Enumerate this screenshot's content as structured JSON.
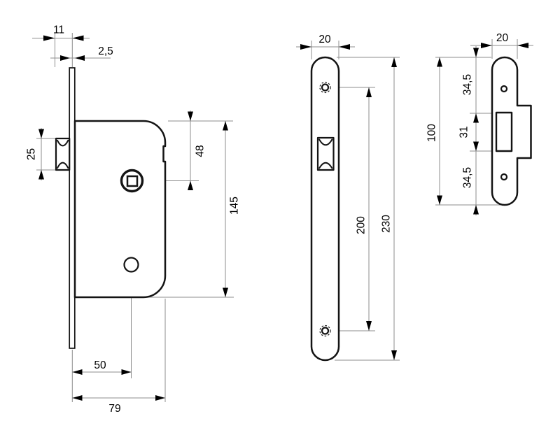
{
  "drawing": {
    "side_view": {
      "latch_protrusion": "11",
      "faceplate_thickness": "2,5",
      "latch_height": "25",
      "top_to_spindle": "48",
      "case_height": "145",
      "backset": "50",
      "case_depth": "79"
    },
    "faceplate_view": {
      "width": "20",
      "screw_hole_spacing": "200",
      "total_length": "230"
    },
    "strike_view": {
      "width": "20",
      "top_to_opening": "34,5",
      "opening_height": "31",
      "opening_to_bottom": "34,5",
      "overall_height": "100"
    },
    "colors": {
      "outline": "#141414",
      "dimension_lines": "#8c8c8c",
      "background": "#ffffff"
    }
  }
}
